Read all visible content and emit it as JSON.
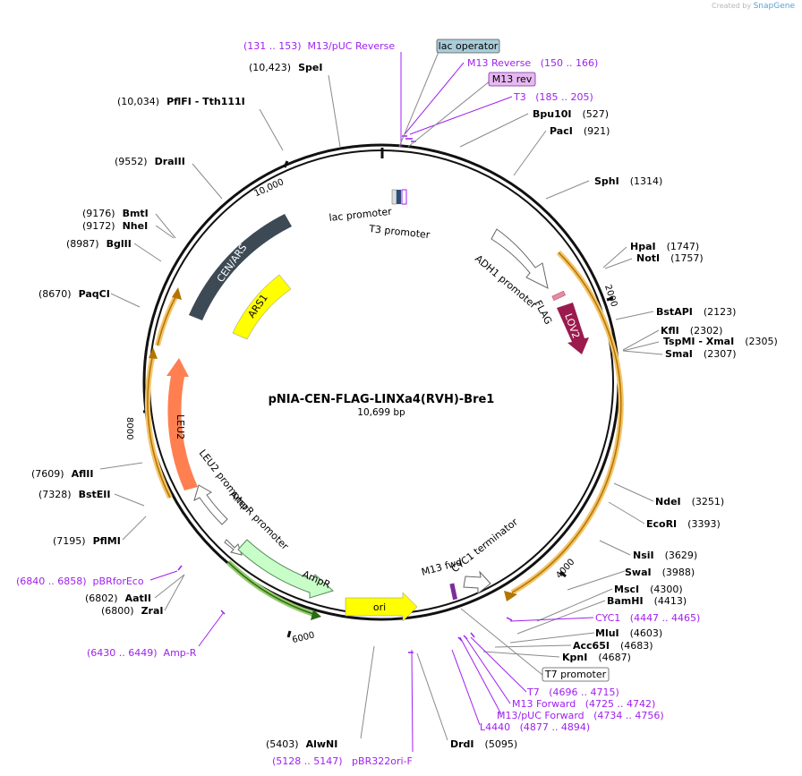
{
  "credit": {
    "prefix": "Created by",
    "brand": "SnapGene"
  },
  "plasmid": {
    "name": "pNIA-CEN-FLAG-LINXa4(RVH)-Bre1",
    "length_label": "10,699 bp"
  },
  "colors": {
    "primer": "#a020f0",
    "site": "#000000",
    "gray_line": "#8a8a8a",
    "cen_ars": "#3d4a55",
    "ars1": "#ffff00",
    "lov2": "#9b1b4e",
    "leu2": "#ff7f50",
    "ampr": "#c8ffc8",
    "ori": "#ffff00"
  },
  "ticks": [
    {
      "label": "10,000"
    },
    {
      "label": "2000"
    },
    {
      "label": "4000"
    },
    {
      "label": "6000"
    },
    {
      "label": "8000"
    }
  ],
  "site_labels": [
    {
      "pos": "(10,423)",
      "name": "SpeI"
    },
    {
      "pos": "(10,034)",
      "name": "PflFI - Tth111I"
    },
    {
      "pos": "(9552)",
      "name": "DraIII"
    },
    {
      "pos": "(9176)",
      "name": "BmtI"
    },
    {
      "pos": "(9172)",
      "name": "NheI"
    },
    {
      "pos": "(8987)",
      "name": "BglII"
    },
    {
      "pos": "(8670)",
      "name": "PaqCI"
    },
    {
      "pos": "(7609)",
      "name": "AflII"
    },
    {
      "pos": "(7328)",
      "name": "BstEII"
    },
    {
      "pos": "(7195)",
      "name": "PflMI"
    },
    {
      "pos": "(6802)",
      "name": "AatII"
    },
    {
      "pos": "(6800)",
      "name": "ZraI"
    },
    {
      "pos": "(527)",
      "name": "Bpu10I"
    },
    {
      "pos": "(921)",
      "name": "PacI"
    },
    {
      "pos": "(1314)",
      "name": "SphI"
    },
    {
      "pos": "(1747)",
      "name": "HpaI"
    },
    {
      "pos": "(1757)",
      "name": "NotI"
    },
    {
      "pos": "(2123)",
      "name": "BstAPI"
    },
    {
      "pos": "(2302)",
      "name": "KflI"
    },
    {
      "pos": "(2305)",
      "name": "TspMI - XmaI"
    },
    {
      "pos": "(2307)",
      "name": "SmaI"
    },
    {
      "pos": "(3251)",
      "name": "NdeI"
    },
    {
      "pos": "(3393)",
      "name": "EcoRI"
    },
    {
      "pos": "(3629)",
      "name": "NsiI"
    },
    {
      "pos": "(3988)",
      "name": "SwaI"
    },
    {
      "pos": "(4300)",
      "name": "MscI"
    },
    {
      "pos": "(4413)",
      "name": "BamHI"
    },
    {
      "pos": "(4603)",
      "name": "MluI"
    },
    {
      "pos": "(4683)",
      "name": "Acc65I"
    },
    {
      "pos": "(4687)",
      "name": "KpnI"
    },
    {
      "pos": "(5095)",
      "name": "DrdI"
    },
    {
      "pos": "(5403)",
      "name": "AlwNI"
    }
  ],
  "primer_labels": [
    {
      "text": "(131 .. 153)  M13/pUC Reverse"
    },
    {
      "text": "M13 Reverse   (150 .. 166)"
    },
    {
      "text": "T3   (185 .. 205)"
    },
    {
      "text": "CYC1   (4447 .. 4465)"
    },
    {
      "text": "T7   (4696 .. 4715)"
    },
    {
      "text": "M13 Forward   (4725 .. 4742)"
    },
    {
      "text": "M13/pUC Forward   (4734 .. 4756)"
    },
    {
      "text": "L4440   (4877 .. 4894)"
    },
    {
      "text": "(5128 .. 5147)   pBR322ori-F"
    },
    {
      "text": "(6840 .. 6858)  pBRforEco"
    },
    {
      "text": "(6430 .. 6449)  Amp-R"
    }
  ],
  "boxed_labels": [
    {
      "text": "lac operator"
    },
    {
      "text": "M13 rev"
    },
    {
      "text": "T7 promoter"
    }
  ],
  "feature_labels": [
    {
      "text": "CEN/ARS"
    },
    {
      "text": "ARS1"
    },
    {
      "text": "LOV2"
    },
    {
      "text": "LEU2"
    },
    {
      "text": "AmpR"
    },
    {
      "text": "ori"
    },
    {
      "text": "lac promoter"
    },
    {
      "text": "T3 promoter"
    },
    {
      "text": "ADH1 promoter"
    },
    {
      "text": "FLAG"
    },
    {
      "text": "LEU2 promoter"
    },
    {
      "text": "AmpR promoter"
    },
    {
      "text": "M13 fwd"
    },
    {
      "text": "CYC1 terminator"
    }
  ]
}
